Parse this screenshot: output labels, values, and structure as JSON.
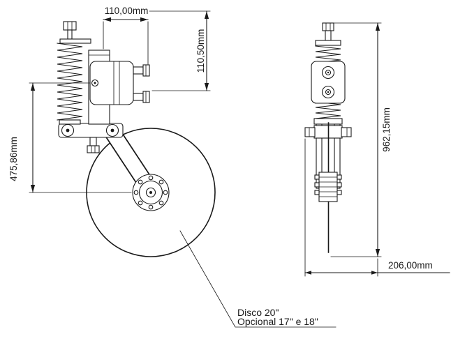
{
  "colors": {
    "line": "#1a1a1a",
    "background": "#ffffff"
  },
  "dimensions": {
    "top_width": "110,00mm",
    "clamp_height": "110,50mm",
    "arm_length": "475,86mm",
    "overall_height": "962,15mm",
    "overall_width": "206,00mm"
  },
  "annotation": {
    "disc_size": "Disco 20\"",
    "disc_options": "Opcional 17\" e 18\""
  }
}
